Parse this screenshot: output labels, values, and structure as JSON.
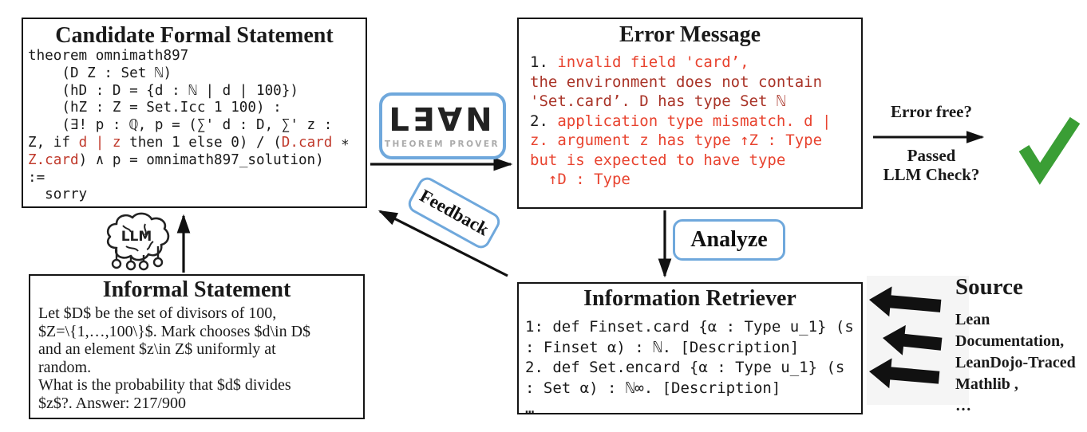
{
  "colors": {
    "black": "#1a1a1a",
    "red_code": "#c0392b",
    "red_bright": "#e8432f",
    "red_dark": "#a93327",
    "blue_border": "#6fa8dc",
    "green_check": "#3a9e35"
  },
  "candidate_box": {
    "title": "Candidate Formal Statement",
    "code_lines": [
      [
        {
          "t": "theorem omnimath897",
          "c": "k"
        }
      ],
      [
        {
          "t": "    (D Z : Set ℕ)",
          "c": "k"
        }
      ],
      [
        {
          "t": "    (hD : D = {d : ℕ | d | 100})",
          "c": "k"
        }
      ],
      [
        {
          "t": "    (hZ : Z = Set.Icc 1 100) :",
          "c": "k"
        }
      ],
      [
        {
          "t": "    (∃! p : ℚ, p = (∑' d : D, ∑' z :",
          "c": "k"
        }
      ],
      [
        {
          "t": "Z, if ",
          "c": "k"
        },
        {
          "t": "d | z",
          "c": "r"
        },
        {
          "t": " then 1 else 0) / (",
          "c": "k"
        },
        {
          "t": "D.card",
          "c": "r"
        },
        {
          "t": " ∗",
          "c": "k"
        }
      ],
      [
        {
          "t": "Z.card",
          "c": "r"
        },
        {
          "t": ") ∧ p = omnimath897_solution)",
          "c": "k"
        }
      ],
      [
        {
          "t": ":=",
          "c": "k"
        }
      ],
      [
        {
          "t": "  sorry",
          "c": "k"
        }
      ]
    ]
  },
  "error_box": {
    "title": "Error Message",
    "code_lines": [
      [
        {
          "t": "1. ",
          "c": "k"
        },
        {
          "t": "invalid field 'card’,",
          "c": "rb"
        }
      ],
      [
        {
          "t": "the environment does not contain",
          "c": "rd"
        }
      ],
      [
        {
          "t": "'Set.card’. D has type Set ℕ",
          "c": "rd"
        }
      ],
      [
        {
          "t": "2. ",
          "c": "k"
        },
        {
          "t": "application type mismatch. d |",
          "c": "rb"
        }
      ],
      [
        {
          "t": "z. argument z has type ↑Z : Type",
          "c": "rb"
        }
      ],
      [
        {
          "t": "but is expected to have type",
          "c": "rb"
        }
      ],
      [
        {
          "t": "  ↑D : Type",
          "c": "rb"
        }
      ]
    ]
  },
  "informal_box": {
    "title": "Informal Statement",
    "lines": [
      "Let $D$ be the set of divisors of 100,",
      "$Z=\\{1,…,100\\}$. Mark chooses $d\\in D$",
      "and an element $z\\in Z$ uniformly at",
      "random.",
      "What is the probability that $d$ divides",
      "$z$?. Answer: 217/900"
    ]
  },
  "retriever_box": {
    "title": "Information Retriever",
    "code_lines": [
      [
        {
          "t": "1: def Finset.card {α : Type u_1} (s",
          "c": "k"
        }
      ],
      [
        {
          "t": ": Finset α) : ℕ. [Description]",
          "c": "k"
        }
      ],
      [
        {
          "t": "2. def Set.encard {α : Type u_1} (s",
          "c": "k"
        }
      ],
      [
        {
          "t": ": Set α) : ℕ∞. [Description]",
          "c": "k"
        }
      ],
      [
        {
          "t": "…",
          "c": "k"
        }
      ]
    ]
  },
  "lean_logo": {
    "word": "L∃∀N",
    "subtitle": "THEOREM PROVER"
  },
  "labels": {
    "feedback": "Feedback",
    "analyze": "Analyze"
  },
  "decision": {
    "top": "Error free?",
    "bottom1": "Passed",
    "bottom2": "LLM Check?"
  },
  "source": {
    "title": "Source",
    "lines": [
      "Lean",
      "Documentation,",
      "LeanDojo-Traced",
      "Mathlib ,",
      "…"
    ]
  },
  "llm_icon": {
    "label": "LLM"
  }
}
